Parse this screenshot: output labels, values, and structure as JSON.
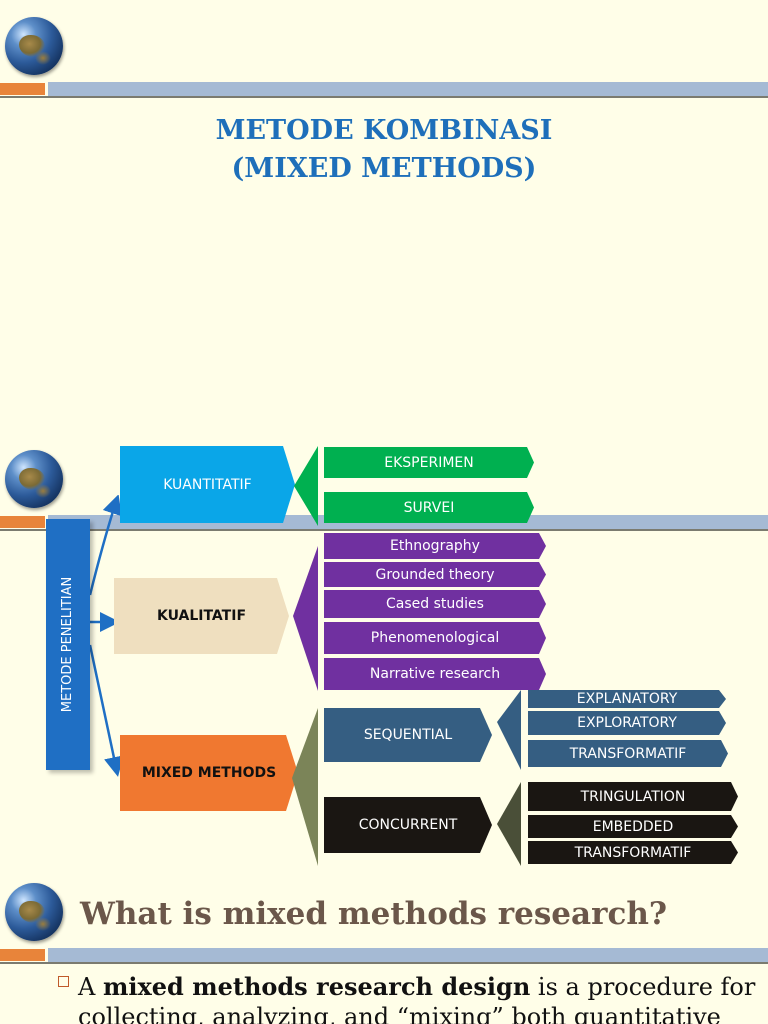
{
  "title": {
    "line1": "METODE KOMBINASI",
    "line2": "(MIXED METHODS)"
  },
  "diagram": {
    "root": "METODE PENELITIAN",
    "kuantitatif": {
      "label": "KUANTITATIF",
      "items": [
        "EKSPERIMEN",
        "SURVEI"
      ]
    },
    "kualitatif": {
      "label": "KUALITATIF",
      "items": [
        "Ethnography",
        "Grounded theory",
        "Cased studies",
        "Phenomenological",
        "Narrative research"
      ]
    },
    "mixed": {
      "label": "MIXED METHODS",
      "sequential": {
        "label": "SEQUENTIAL",
        "items": [
          "EXPLANATORY",
          "EXPLORATORY",
          "TRANSFORMATIF"
        ]
      },
      "concurrent": {
        "label": "CONCURRENT",
        "items": [
          "TRINGULATION",
          "EMBEDDED",
          "TRANSFORMATIF"
        ]
      }
    }
  },
  "section3": {
    "heading": "What is mixed methods research?",
    "para_a": "A ",
    "para_bold": "mixed methods research design",
    "para_rest": " is a procedure for collecting, analyzing, and “mixing” both quantitative and"
  },
  "colors": {
    "title": "#1e6fba",
    "kuantitatif": "#0aa6e8",
    "green": "#00b050",
    "purple": "#7030a0",
    "kualitatif": "#efdfbf",
    "mixed": "#f07830",
    "sequential": "#355e82",
    "concurrent": "#1a1612",
    "olive": "#7b8458"
  }
}
